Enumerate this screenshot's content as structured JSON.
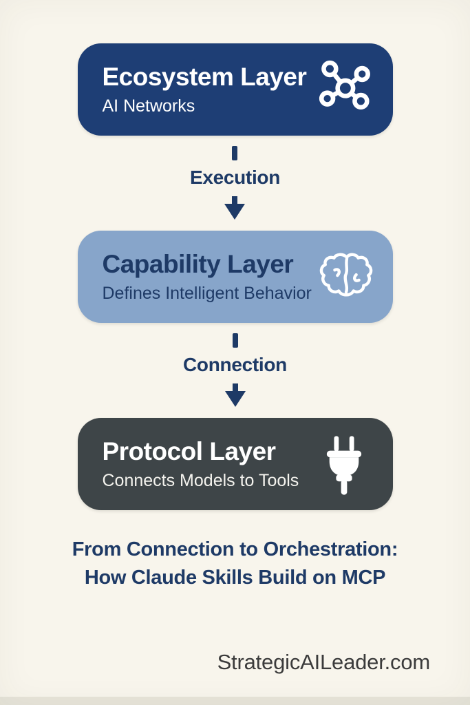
{
  "colors": {
    "navy": "#1E3E75",
    "steel_blue": "#87A5CA",
    "charcoal": "#3E4548",
    "ink": "#1E3A66",
    "cream": "#F8F5EC",
    "footer_ink": "#3B3B3B"
  },
  "layers": [
    {
      "title": "Ecosystem Layer",
      "subtitle": "AI Networks",
      "icon": "network-nodes-icon"
    },
    {
      "title": "Capability Layer",
      "subtitle": "Defines Intelligent Behavior",
      "icon": "brain-icon"
    },
    {
      "title": "Protocol Layer",
      "subtitle": "Connects Models to Tools",
      "icon": "plug-icon"
    }
  ],
  "connectors": [
    {
      "label": "Execution"
    },
    {
      "label": "Connection"
    }
  ],
  "caption": {
    "line1": "From Connection to Orchestration:",
    "line2": "How Claude Skills Build on MCP"
  },
  "footer": {
    "text": "StrategicAILeader.com"
  }
}
